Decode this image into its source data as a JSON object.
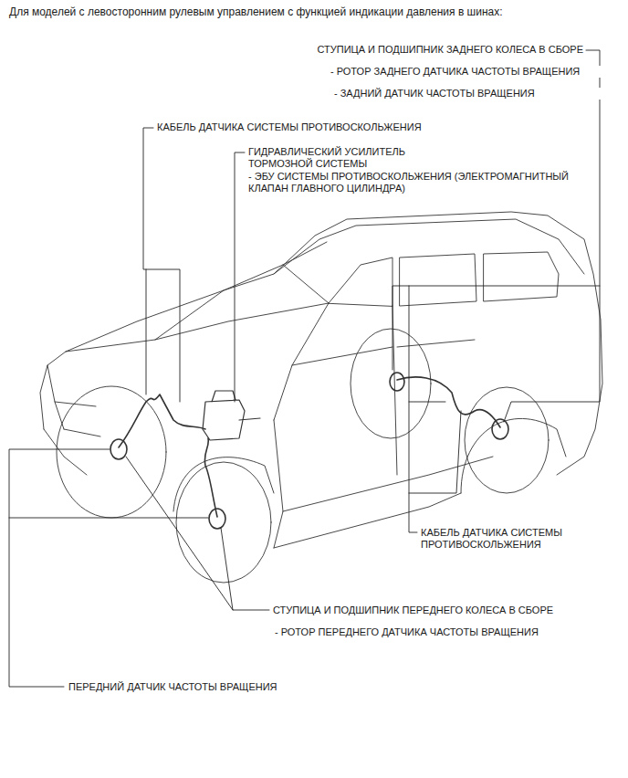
{
  "diagram": {
    "title": "Для моделей с левосторонним рулевым управлением с функцией индикации давления в шинах:",
    "labels": [
      "СТУПИЦА И ПОДШИПНИК ЗАДНЕГО КОЛЕСА В СБОРЕ",
      "- РОТОР ЗАДНЕГО ДАТЧИКА ЧАСТОТЫ ВРАЩЕНИЯ",
      "- ЗАДНИЙ ДАТЧИК ЧАСТОТЫ ВРАЩЕНИЯ",
      "КАБЕЛЬ ДАТЧИКА СИСТЕМЫ ПРОТИВОСКОЛЬЖЕНИЯ",
      "ГИДРАВЛИЧЕСКИЙ УСИЛИТЕЛЬ ТОРМОЗНОЙ СИСТЕМЫ",
      "- ЭБУ СИСТЕМЫ ПРОТИВОСКОЛЬЖЕНИЯ (ЭЛЕКТРОМАГНИТНЫЙ КЛАПАН ГЛАВНОГО ЦИЛИНДРА)",
      "КАБЕЛЬ ДАТЧИКА СИСТЕМЫ ПРОТИВОСКОЛЬЖЕНИЯ",
      "СТУПИЦА И ПОДШИПНИК ПЕРЕДНЕГО КОЛЕСА В СБОРЕ",
      "- РОТОР ПЕРЕДНЕГО ДАТЧИКА ЧАСТОТЫ ВРАЩЕНИЯ",
      "ПЕРЕДНИЙ ДАТЧИК ЧАСТОТЫ ВРАЩЕНИЯ"
    ]
  }
}
